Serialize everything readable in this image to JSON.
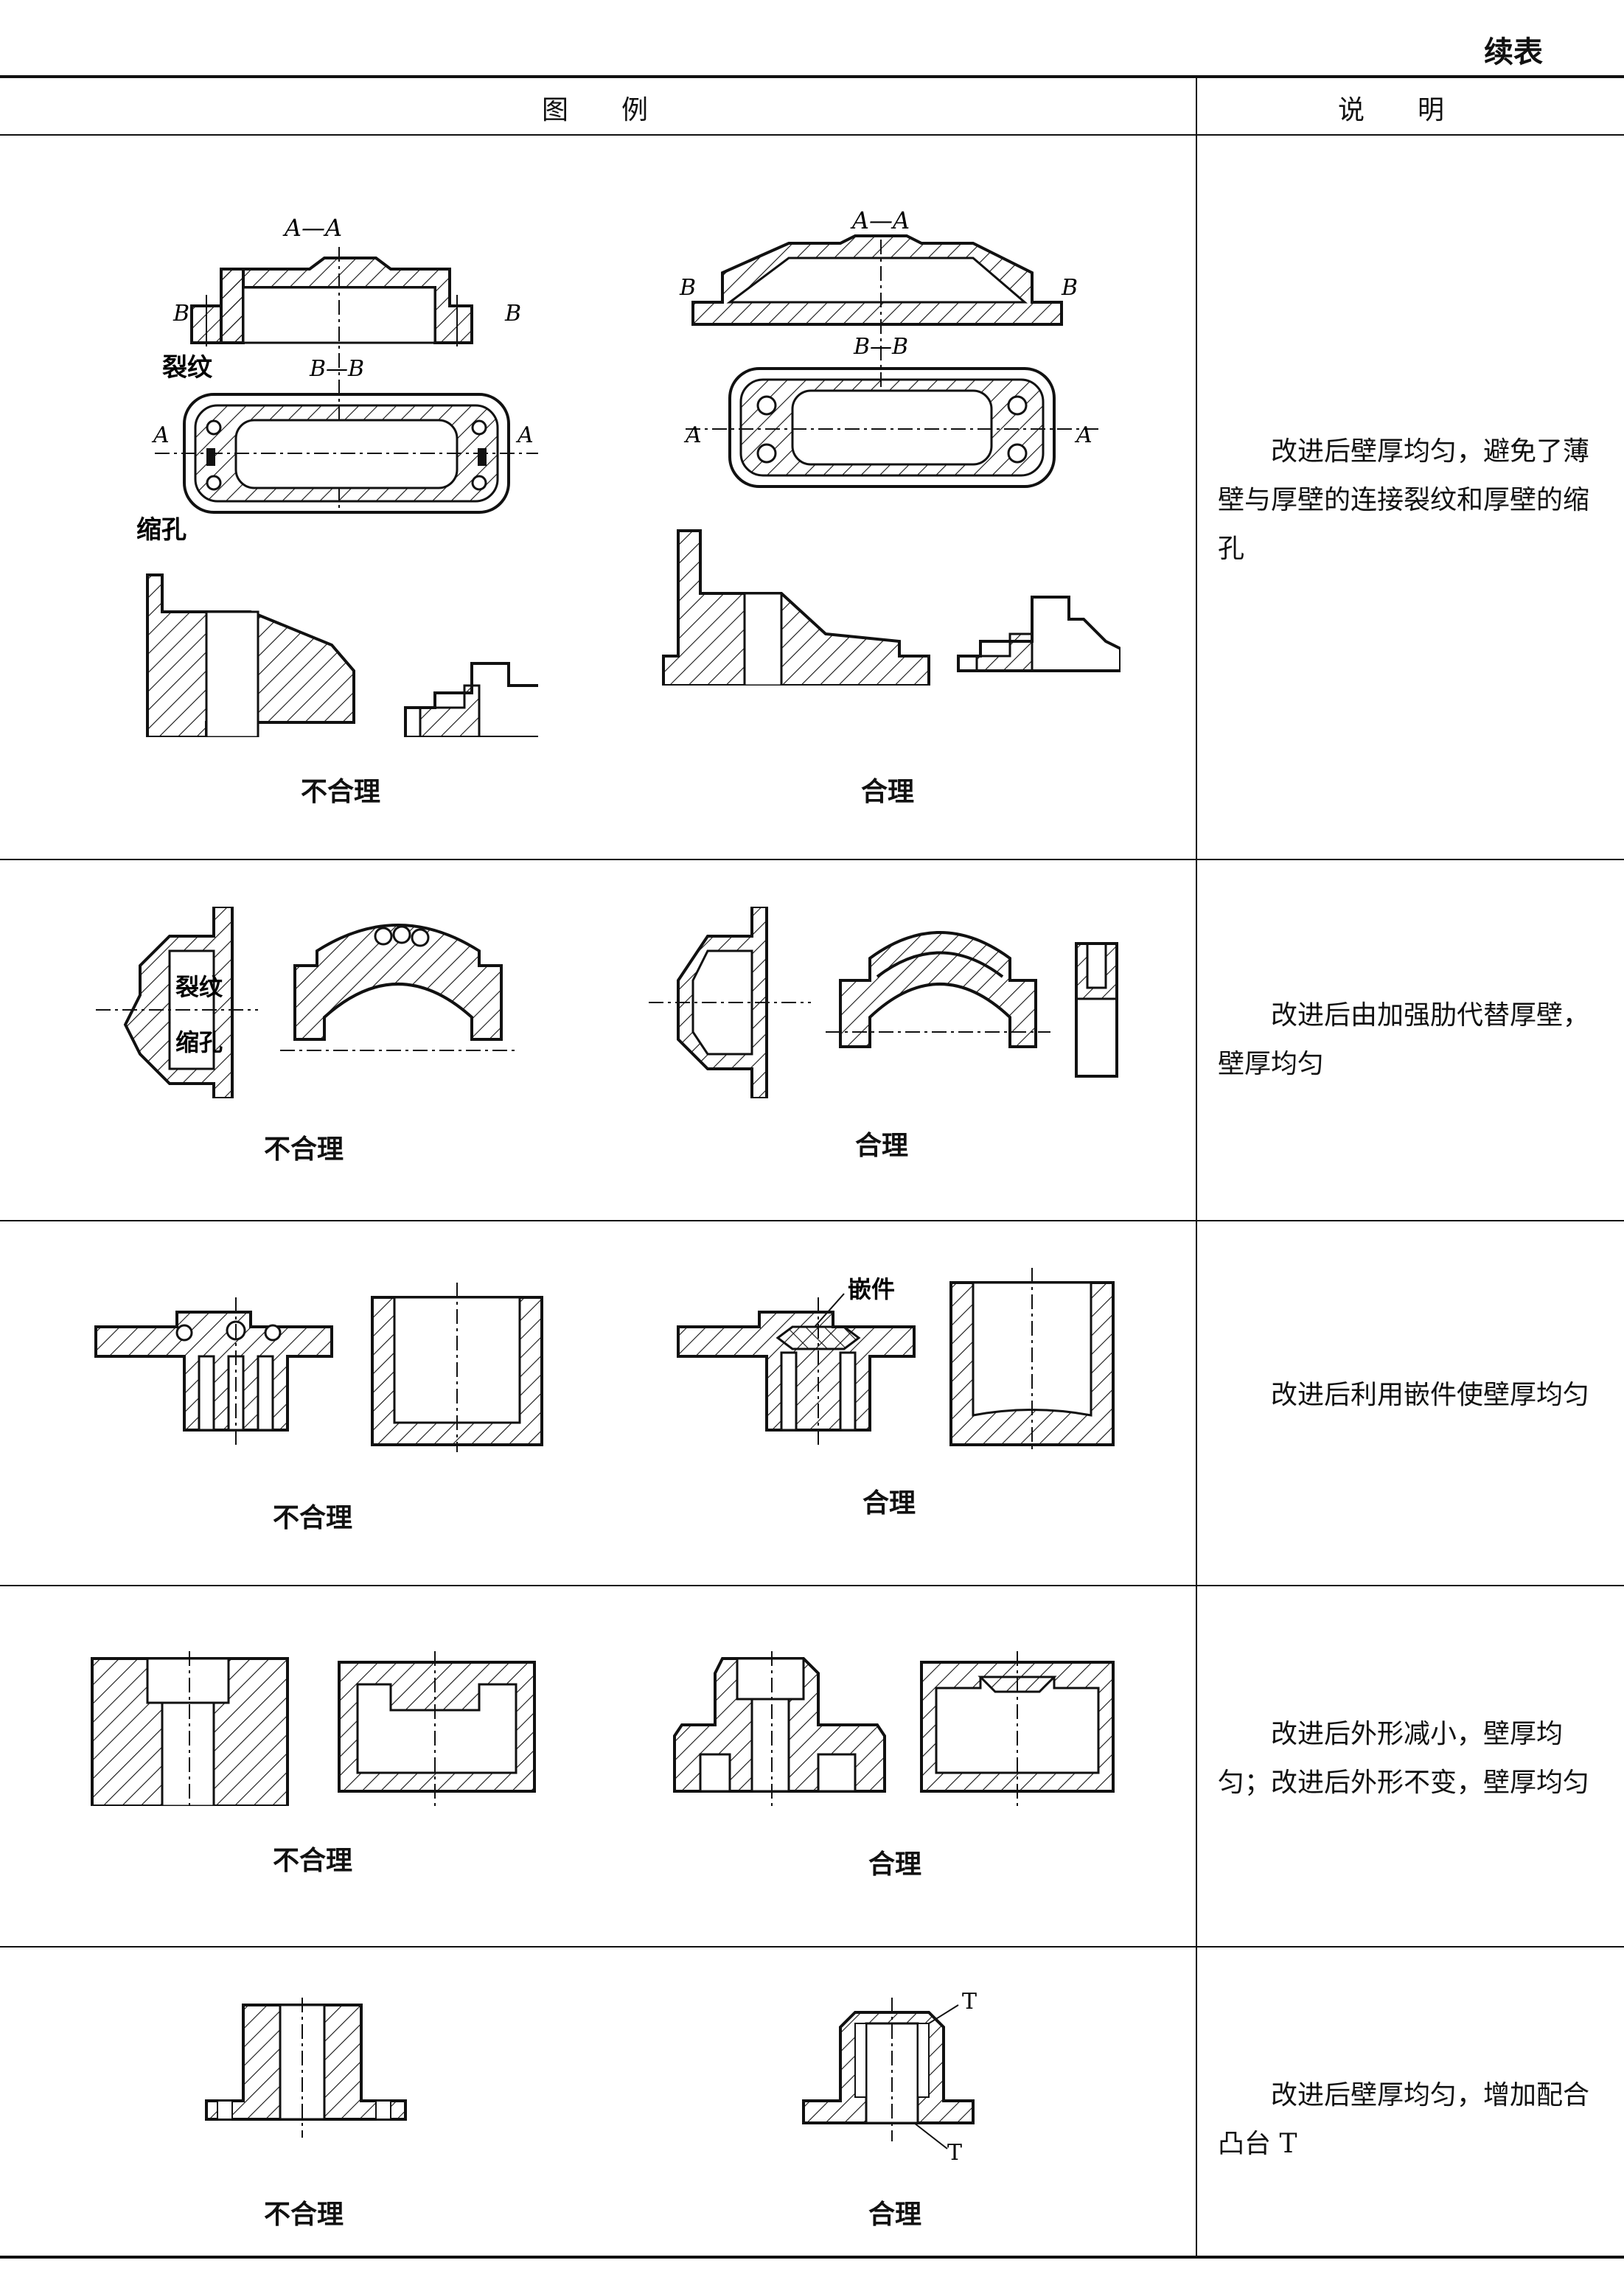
{
  "page": {
    "continued_label": "续表"
  },
  "table": {
    "headers": {
      "figure": "图　　例",
      "description": "说　　明"
    },
    "rows": [
      {
        "bad_label": "不合理",
        "good_label": "合理",
        "description": "改进后壁厚均匀，避免了薄壁与厚壁的连接裂纹和厚壁的缩孔",
        "callouts": {
          "section_a": "A—A",
          "section_b": "B—B",
          "crack": "裂纹",
          "shrink": "缩孔",
          "mark_a": "A",
          "mark_b": "B"
        }
      },
      {
        "bad_label": "不合理",
        "good_label": "合理",
        "description": "改进后由加强肋代替厚壁，壁厚均匀",
        "callouts": {
          "crack": "裂纹",
          "shrink": "缩孔"
        }
      },
      {
        "bad_label": "不合理",
        "good_label": "合理",
        "description": "改进后利用嵌件使壁厚均匀",
        "callouts": {
          "insert": "嵌件"
        }
      },
      {
        "bad_label": "不合理",
        "good_label": "合理",
        "description": "改进后外形减小，壁厚均匀；改进后外形不变，壁厚均匀",
        "callouts": {}
      },
      {
        "bad_label": "不合理",
        "good_label": "合理",
        "description": "改进后壁厚均匀，增加配合凸台 T",
        "callouts": {
          "boss": "T"
        }
      }
    ]
  }
}
